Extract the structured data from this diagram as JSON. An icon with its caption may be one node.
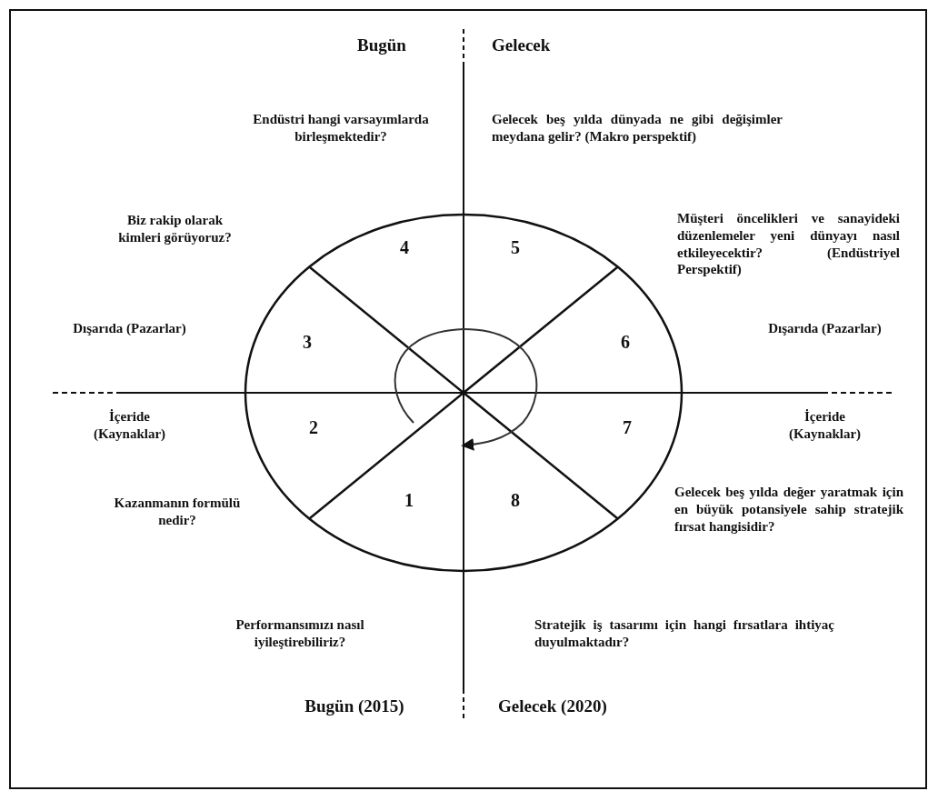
{
  "diagram": {
    "labels": [
      "Bugün",
      "Gelecek",
      "Endüstri hangi varsayımlarda birleşmektedir?",
      "Gelecek beş yılda dünyada ne gibi değişimler meydana gelir? (Makro perspektif)",
      "Biz rakip olarak kimleri görüyoruz?",
      "4",
      "5",
      "Müşteri öncelikleri ve sanayideki düzenlemeler yeni dünyayı nasıl etkileyecektir? (Endüstriyel Perspektif)",
      "Dışarıda (Pazarlar)",
      "3",
      "6",
      "Dışarıda (Pazarlar)",
      "İçeride (Kaynaklar)",
      "2",
      "7",
      "İçeride (Kaynaklar)",
      "Kazanmanın formülü nedir?",
      "1",
      "8",
      "Gelecek beş yılda değer yaratmak için en büyük potansiyele sahip stratejik fırsat hangisidir?",
      "Performansımızı nasıl iyileştirebiliriz?",
      "Stratejik iş tasarımı için hangi fırsatlara ihtiyaç duyulmaktadır?",
      "Bugün (2015)",
      "Gelecek (2020)"
    ]
  }
}
